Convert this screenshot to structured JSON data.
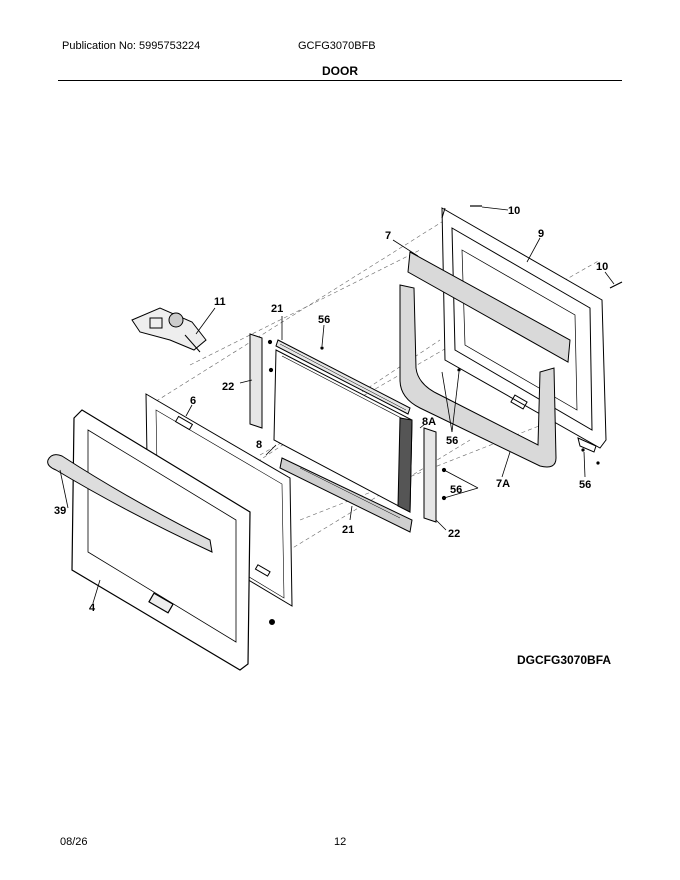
{
  "header": {
    "publication": "Publication No: 5995753224",
    "model": "GCFG3070BFB",
    "section": "DOOR"
  },
  "diagram": {
    "code": "DGCFG3070BFA",
    "callouts": {
      "c10a": "10",
      "c9": "9",
      "c7": "7",
      "c10b": "10",
      "c11": "11",
      "c21a": "21",
      "c56a": "56",
      "c22a": "22",
      "c6": "6",
      "c8a": "8A",
      "c56b": "56",
      "c8": "8",
      "c39": "39",
      "c56c": "56",
      "c7a": "7A",
      "c56d": "56",
      "c21b": "21",
      "c22b": "22",
      "c4": "4"
    }
  },
  "footer": {
    "date": "08/26",
    "page": "12"
  }
}
